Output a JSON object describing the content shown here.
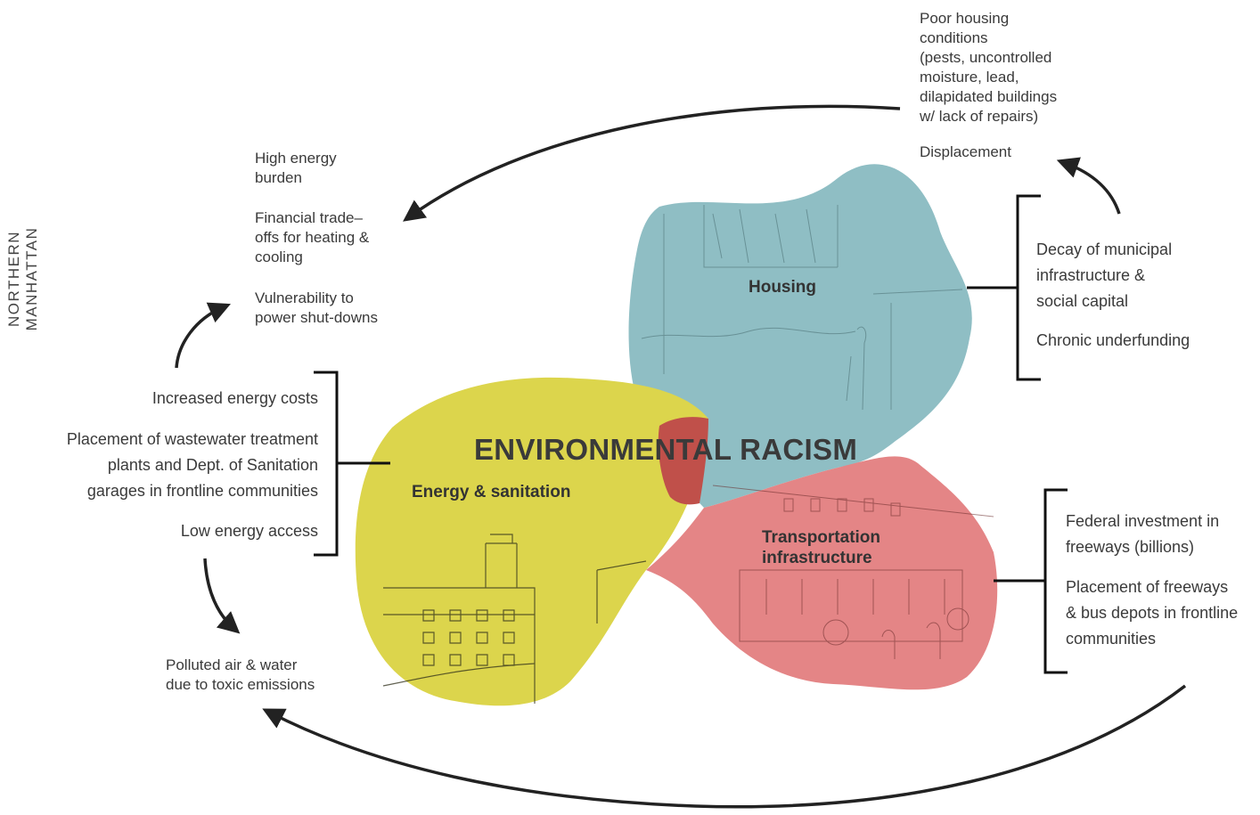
{
  "side_label": "NORTHERN MANHATTAN",
  "center_title": "ENVIRONMENTAL RACISM",
  "blobs": {
    "housing": {
      "label": "Housing",
      "color": "#8fbec4"
    },
    "energy": {
      "label": "Energy & sanitation",
      "color": "#dcd54c"
    },
    "transport": {
      "label_line1": "Transportation",
      "label_line2": "infrastructure",
      "color": "#e48586"
    },
    "overlap_color": "#c0504a"
  },
  "top_right": {
    "lines": [
      "Poor housing",
      "conditions",
      "(pests, uncontrolled",
      "moisture, lead,",
      "dilapidated buildings",
      "w/ lack of repairs)"
    ],
    "displacement": "Displacement"
  },
  "top_left": {
    "item1": [
      "High energy",
      "burden"
    ],
    "item2": [
      "Financial trade–",
      "offs for heating &",
      "cooling"
    ],
    "item3": [
      "Vulnerability to",
      "power shut-downs"
    ]
  },
  "energy_causes": {
    "item1": "Increased energy costs",
    "item2": [
      "Placement of wastewater treatment",
      "plants and Dept. of Sanitation",
      "garages in frontline communities"
    ],
    "item3": "Low energy access"
  },
  "housing_causes": {
    "item1": [
      "Decay of municipal",
      "infrastructure &",
      "social capital"
    ],
    "item2": "Chronic underfunding"
  },
  "transport_causes": {
    "item1": [
      "Federal investment in",
      "freeways (billions)"
    ],
    "item2": [
      "Placement of freeways",
      "& bus depots in frontline",
      "communities"
    ]
  },
  "bottom_left": [
    "Polluted air & water",
    "due to toxic emissions"
  ]
}
